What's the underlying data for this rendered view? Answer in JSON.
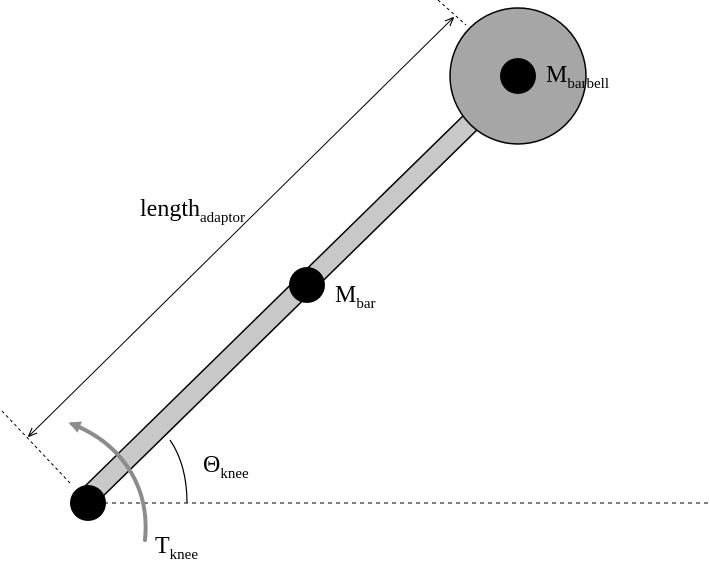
{
  "labels": {
    "length": {
      "main": "length",
      "sub": "adaptor"
    },
    "m_barbell": {
      "main": "M",
      "sub": "barbell"
    },
    "m_bar": {
      "main": "M",
      "sub": "bar"
    },
    "theta_knee": {
      "main": "Θ",
      "sub": "knee"
    },
    "t_knee": {
      "main": "T",
      "sub": "knee"
    }
  },
  "colors": {
    "bar_fill": "#c8c8c8",
    "plate_fill": "#a6a6a6",
    "mass_fill": "#000000",
    "torque_arrow": "#8c8c8c",
    "line": "#000000"
  }
}
